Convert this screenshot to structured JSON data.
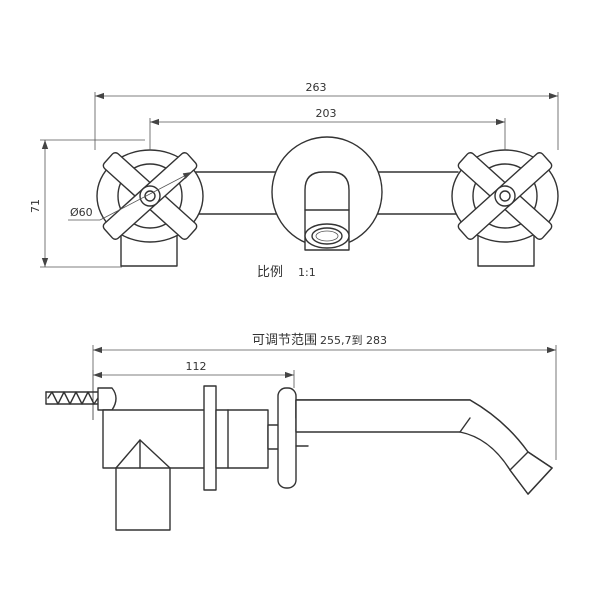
{
  "dimensions": {
    "overall_width": "263",
    "center_distance": "203",
    "height": "71",
    "handle_diameter": "Ø60",
    "adjust_range_label": "可调节范围",
    "adjust_range_value": "255,7到 283",
    "wall_depth": "112"
  },
  "scale": {
    "label": "比例",
    "value": "1:1"
  },
  "colors": {
    "line": "#333333",
    "background": "#ffffff"
  }
}
